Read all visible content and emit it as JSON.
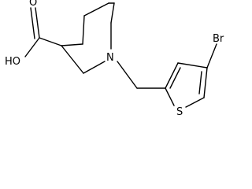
{
  "molecule": {
    "labels": {
      "carboxyl_oxygen": "O",
      "hydroxyl": "HO",
      "ring_nitrogen": "N",
      "bromine": "Br",
      "sulfur": "S"
    }
  }
}
